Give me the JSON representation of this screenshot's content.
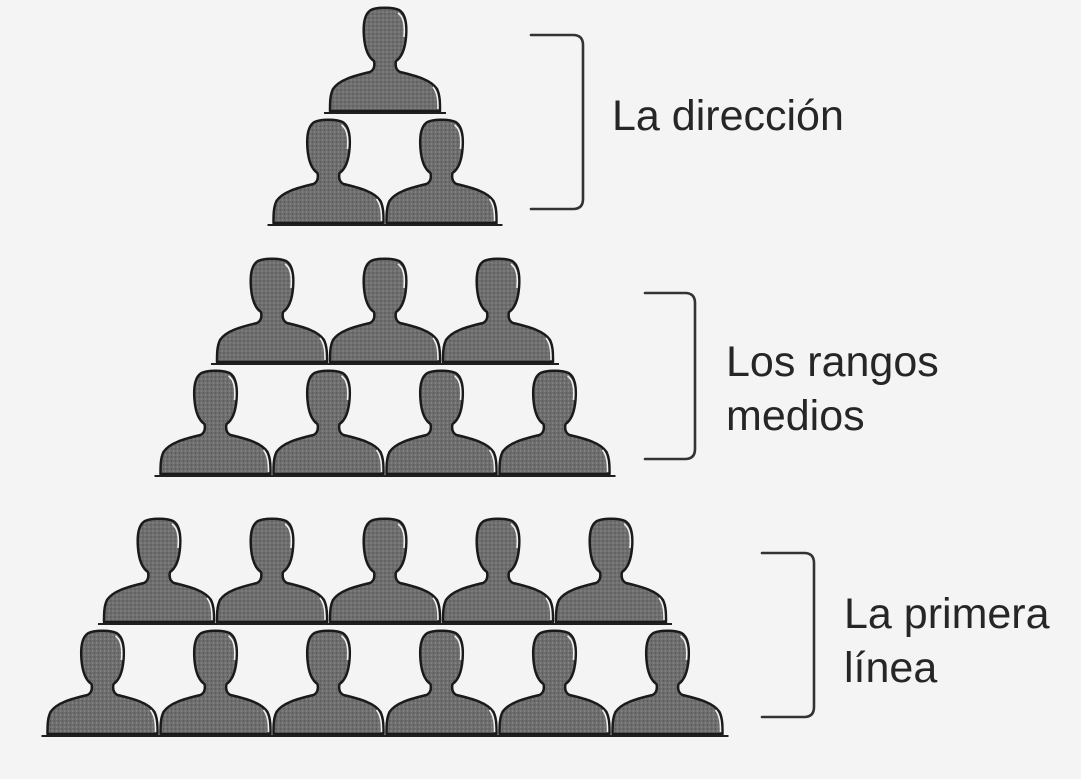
{
  "diagram": {
    "type": "organizational-pyramid",
    "colors": {
      "background": "#f4f4f4",
      "figure_fill": "#6e6e6e",
      "figure_outline": "#1a1a1a",
      "bracket": "#333333",
      "text": "#262626"
    },
    "icon": "person-icon",
    "tiers": [
      {
        "id": "direccion",
        "label_lines": [
          "La dirección"
        ],
        "rows": [
          1,
          2
        ]
      },
      {
        "id": "rangos-medios",
        "label_lines": [
          "Los rangos",
          "medios"
        ],
        "rows": [
          3,
          4
        ]
      },
      {
        "id": "primera-linea",
        "label_lines": [
          "La primera",
          "línea"
        ],
        "rows": [
          5,
          6
        ]
      }
    ]
  }
}
